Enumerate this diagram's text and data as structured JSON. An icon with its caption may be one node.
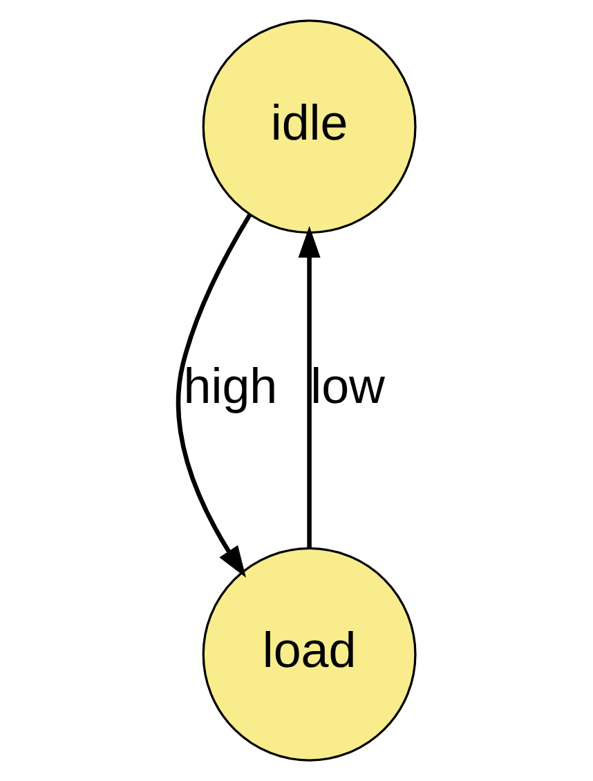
{
  "diagram": {
    "nodes": [
      {
        "text": [
          "idle"
        ]
      },
      {
        "text": [
          "load"
        ]
      }
    ],
    "edges": [
      {
        "from": 1,
        "to": 0,
        "arrow": "to",
        "label": "low"
      },
      {
        "from": 0,
        "to": 1,
        "arrow": "to",
        "label": "high"
      }
    ]
  }
}
